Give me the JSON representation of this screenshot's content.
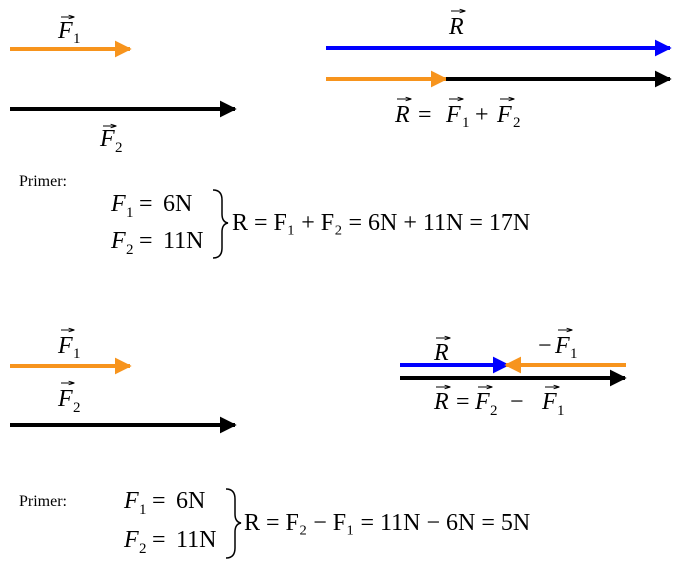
{
  "colors": {
    "f1": "#F7941D",
    "f2": "#000000",
    "r": "#0000FF"
  },
  "symbols": {
    "F": "F",
    "R": "R",
    "sub1": "1",
    "sub2": "2",
    "eq": "=",
    "plus": "+",
    "minus": "−",
    "implies": "⇒",
    "neg": "−"
  },
  "example_label": "Primer:",
  "sum_example": {
    "f1_value": "6N",
    "f2_value": "11N",
    "result": "R = F₁ + F₂ = 6N + 11N = 17N"
  },
  "diff_example": {
    "f1_value": "6N",
    "f2_value": "11N",
    "result": "R = F₂ − F₁ = 11N − 6N = 5N"
  }
}
